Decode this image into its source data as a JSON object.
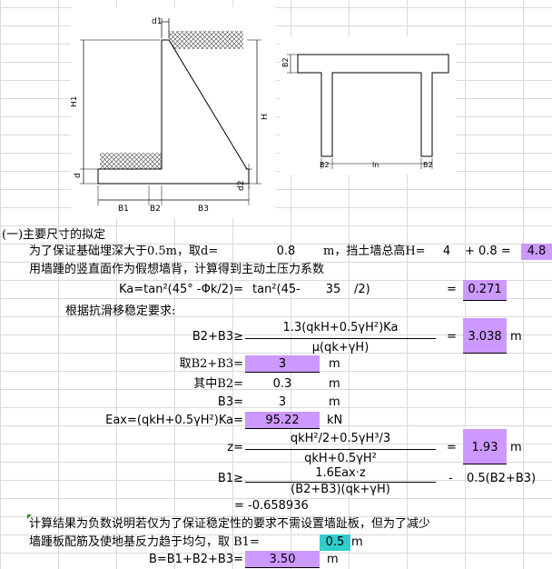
{
  "fig1": {
    "d1": "d1",
    "H1": "H1",
    "d": "d",
    "H": "H",
    "d2": "d2",
    "B1": "B1",
    "B2": "B2",
    "B3": "B3"
  },
  "fig2": {
    "B2_top": "B2",
    "B2_left": "B2",
    "ln": "ln",
    "B2_right": "B2"
  },
  "sheet": {
    "section_title": "(一)主要尺寸的拟定",
    "r1_text": "为了保证基础埋深大于0.5m，取d=",
    "r1_d": "0.8",
    "r1_unit": "m，挡土墙总高H=",
    "r1_h": "4",
    "r1_plus": "+ 0.8 =",
    "r1_result": "4.8",
    "r2_text": "用墙踵的竖直面作为假想墙背，计算得到主动土压力系数",
    "ka_label": "Ka=tan²(45° -Φk/2)=",
    "ka_expr1": "tan²(45-",
    "ka_phi": "35",
    "ka_expr2": "/2)",
    "ka_eq": "=",
    "ka_value": "0.271",
    "slide_text": "根据抗滑移稳定要求:",
    "b23_label": "B2+B3≥",
    "b23_num": "1.3(qkH+0.5γH²)Ka",
    "b23_den": "μ(qk+γH)",
    "b23_eq": "=",
    "b23_value": "3.038",
    "b23_unit": "m",
    "take_label": "取B2+B3=",
    "take_value": "3",
    "take_unit": "m",
    "b2_label": "其中B2=",
    "b2_value": "0.3",
    "b2_unit": "m",
    "b3_label": "B3=",
    "b3_value": "3",
    "b3_unit": "m",
    "eax_label": "Eax=(qkH+0.5γH²)Ka=",
    "eax_value": "95.22",
    "eax_unit": "kN",
    "z_label": "z=",
    "z_num": "qkH²/2+0.5γH³/3",
    "z_den": "qkH+0.5γH²",
    "z_eq": "=",
    "z_value": "1.93",
    "z_unit": "m",
    "b1_label": "B1≥",
    "b1_num": "1.6Eax·z",
    "b1_den": "(B2+B3)(qk+γH)",
    "b1_minus": "-",
    "b1_tail": "0.5(B2+B3)",
    "b1_result": "= -0.658936",
    "note1": "计算结果为负数说明若仅为了保证稳定性的要求不需设置墙趾板，但为了减少",
    "note2": "墙踵板配筋及使地基反力趋于均匀，取 B1=",
    "note_b1_value": "0.5",
    "note_b1_unit": "m",
    "b_label": "B=B1+B2+B3=",
    "b_value": "3.50",
    "b_unit": "m"
  },
  "colors": {
    "highlight": "#cc99ff",
    "teal": "#33cccc",
    "grid": "#d9d9d9"
  }
}
